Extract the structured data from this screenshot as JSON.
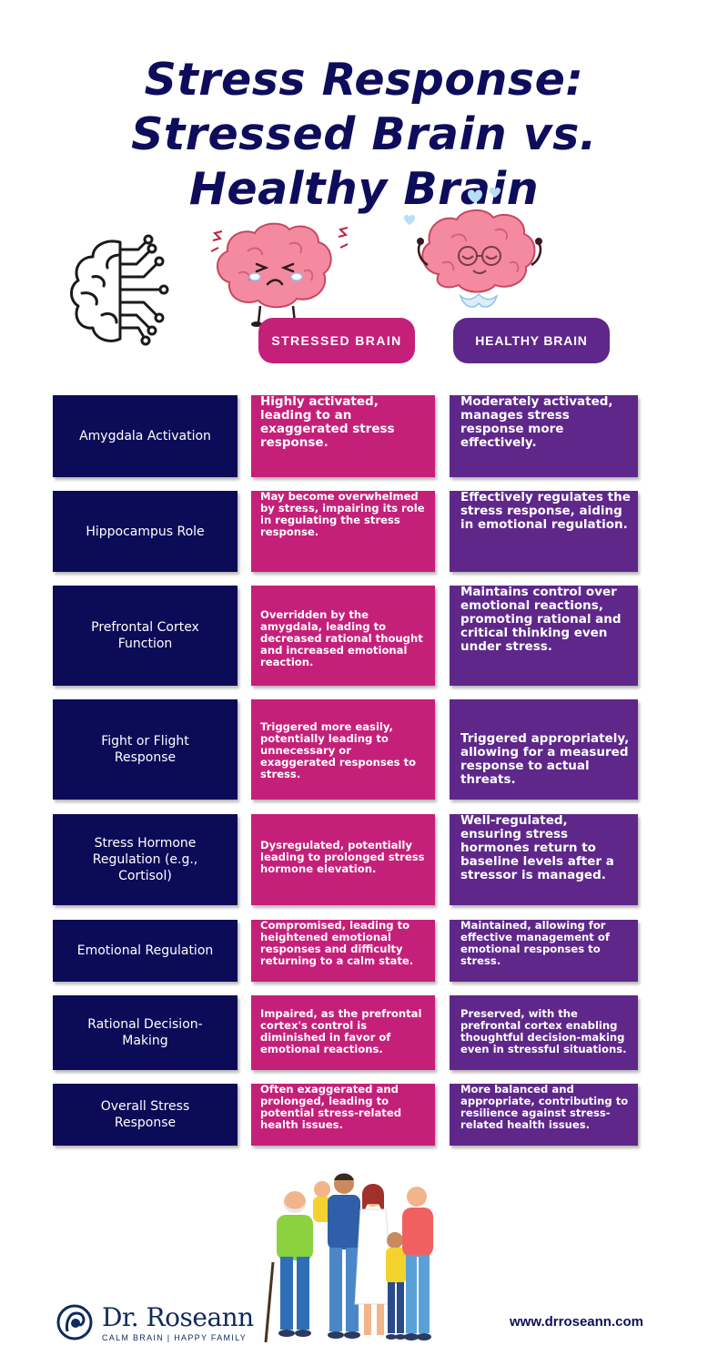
{
  "title": "Stress Response: Stressed Brain vs. Healthy Brain",
  "headers": {
    "stressed": "STRESSED BRAIN",
    "healthy": "HEALTHY BRAIN"
  },
  "rows": [
    {
      "label": "Amygdala Activation",
      "stressed": "Highly activated, leading to an exaggerated stress response.",
      "healthy": "Moderately activated, manages stress response more effectively."
    },
    {
      "label": "Hippocampus Role",
      "stressed": "May become overwhelmed by stress, impairing its role in regulating the stress response.",
      "healthy": "Effectively regulates the stress response, aiding in emotional regulation."
    },
    {
      "label": "Prefrontal Cortex Function",
      "stressed": "Overridden by the amygdala, leading to decreased rational thought and increased emotional reaction.",
      "healthy": "Maintains control over emotional reactions, promoting rational and critical thinking even under stress."
    },
    {
      "label": "Fight or Flight Response",
      "stressed": "Triggered more easily, potentially leading to unnecessary or exaggerated responses to stress.",
      "healthy": "Triggered appropriately, allowing for a measured response to actual threats."
    },
    {
      "label": "Stress Hormone Regulation (e.g., Cortisol)",
      "stressed": "Dysregulated, potentially leading to prolonged stress hormone elevation.",
      "healthy": "Well-regulated, ensuring stress hormones return to baseline levels after a stressor is managed."
    },
    {
      "label": "Emotional Regulation",
      "stressed": "Compromised, leading to heightened emotional responses and difficulty returning to a calm state.",
      "healthy": "Maintained, allowing for effective management of emotional responses to stress."
    },
    {
      "label": "Rational Decision-Making",
      "stressed": "Impaired, as the prefrontal cortex's control is diminished in favor of emotional reactions.",
      "healthy": "Preserved, with the prefrontal cortex enabling thoughtful decision-making even in stressful situations."
    },
    {
      "label": "Overall Stress Response",
      "stressed": "Often exaggerated and prolonged, leading to potential stress-related health issues.",
      "healthy": "More balanced and appropriate, contributing to resilience against stress-related health issues."
    }
  ],
  "logo": {
    "name": "Dr. Roseann",
    "tagline": "CALM BRAIN | HAPPY FAMILY"
  },
  "website": "www.drroseann.com",
  "colors": {
    "navy": "#0c0b58",
    "magenta": "#c4207a",
    "purple": "#5e2789"
  },
  "icons": [
    "circuit-brain-icon",
    "stressed-brain-illustration",
    "healthy-brain-illustration",
    "family-illustration",
    "logo-mark-icon"
  ]
}
